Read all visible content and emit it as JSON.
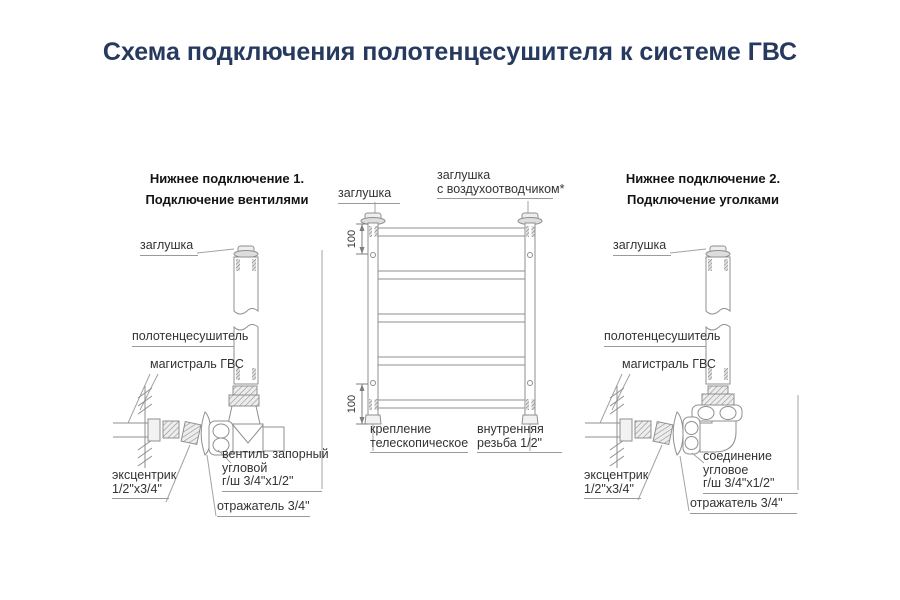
{
  "title": "Схема подключения полотенцесушителя к системе ГВС",
  "colors": {
    "title": "#26395e",
    "label": "#333333",
    "art_stroke": "#8f8f8f",
    "leader": "#a3a3a3"
  },
  "left_panel": {
    "heading1": "Нижнее подключение 1.",
    "heading2": "Подключение вентилями",
    "labels": {
      "cap": "заглушка",
      "towel_rail": "полотенцесушитель",
      "main_line": "магистраль ГВС",
      "valve_line1": "вентиль запорный",
      "valve_line2": "угловой",
      "valve_line3": "г/ш 3/4\"x1/2\"",
      "eccentric_line1": "эксцентрик",
      "eccentric_line2": "1/2\"x3/4\"",
      "reflector": "отражатель 3/4\""
    }
  },
  "center_panel": {
    "labels": {
      "cap": "заглушка",
      "air_vent_line1": "заглушка",
      "air_vent_line2": "с воздухоотводчиком*",
      "dim_top": "100",
      "dim_bottom": "100",
      "mount_line1": "крепление",
      "mount_line2": "телескопическое",
      "thread_line1": "внутренняя",
      "thread_line2": "резьба 1/2\""
    }
  },
  "right_panel": {
    "heading1": "Нижнее подключение 2.",
    "heading2": "Подключение уголками",
    "labels": {
      "cap": "заглушка",
      "towel_rail": "полотенцесушитель",
      "main_line": "магистраль ГВС",
      "elbow_line1": "соединение",
      "elbow_line2": "угловое",
      "elbow_line3": "г/ш 3/4\"x1/2\"",
      "eccentric_line1": "эксцентрик",
      "eccentric_line2": "1/2\"x3/4\"",
      "reflector": "отражатель 3/4\""
    }
  }
}
